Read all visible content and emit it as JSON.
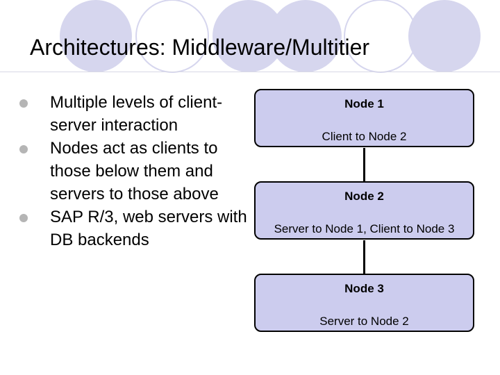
{
  "slide": {
    "title": "Architectures: Middleware/Multitier",
    "bullets": [
      "Multiple levels of client-server interaction",
      "Nodes act as clients to those below them and servers to those above",
      "SAP R/3, web servers with DB backends"
    ]
  },
  "diagram": {
    "nodes": [
      {
        "name": "Node 1",
        "role": "Client to Node 2"
      },
      {
        "name": "Node 2",
        "role": "Server to Node 1, Client to Node 3"
      },
      {
        "name": "Node 3",
        "role": "Server to Node 2"
      }
    ]
  },
  "colors": {
    "node_fill": "#ccccee",
    "decor_circles": "#d6d6ee",
    "bullet": "#b5b5b5"
  }
}
